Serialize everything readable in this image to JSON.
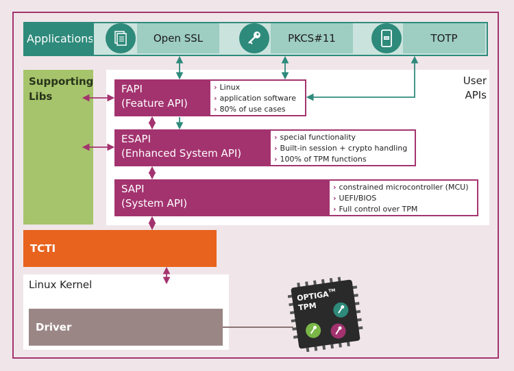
{
  "applications": {
    "label": "Applications",
    "items": [
      {
        "label": "Open SSL",
        "icon": "document-icon"
      },
      {
        "label": "PKCS#11",
        "icon": "key-icon"
      },
      {
        "label": "TOTP",
        "icon": "smartphone-icon"
      }
    ]
  },
  "supporting_libs": {
    "line1": "Supporting",
    "line2": "Libs"
  },
  "user_apis": {
    "line1": "User",
    "line2": "APIs"
  },
  "fapi": {
    "name": "FAPI",
    "full": "(Feature API)",
    "notes": [
      "Linux",
      "application software",
      "80% of use cases"
    ]
  },
  "esapi": {
    "name": "ESAPI",
    "full": "(Enhanced System API)",
    "notes": [
      "special functionality",
      "Built-in session + crypto handling",
      "100% of TPM functions"
    ]
  },
  "sapi": {
    "name": "SAPI",
    "full": "(System API)",
    "notes": [
      "constrained microcontroller (MCU)",
      "UEFI/BIOS",
      "Full control over TPM"
    ]
  },
  "tcti": {
    "label": "TCTI"
  },
  "kernel": {
    "label": "Linux Kernel"
  },
  "driver": {
    "label": "Driver"
  },
  "chip": {
    "line1": "OPTIGA",
    "tm": "TM",
    "line2": "TPM"
  },
  "colors": {
    "teal": "#2e8a7b",
    "magenta": "#a3336f",
    "green": "#a6c46b",
    "orange": "#e8631e",
    "driver": "#9b8686"
  }
}
